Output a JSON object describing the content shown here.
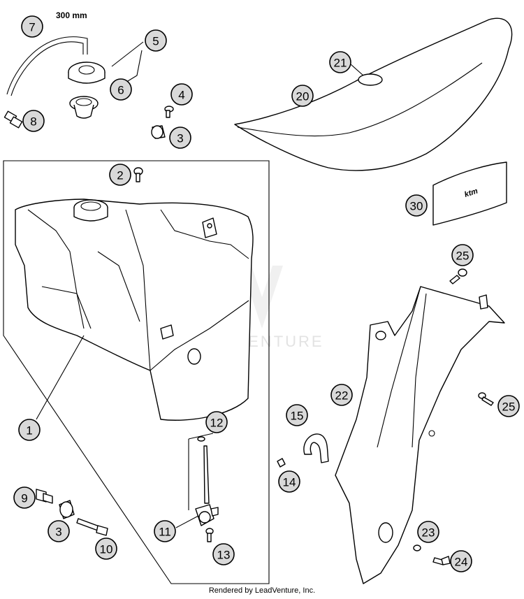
{
  "dimension_label": "300 mm",
  "watermark_text": "LEADVENTURE",
  "footer_text": "Rendered by LeadVenture, Inc.",
  "callouts": [
    {
      "id": "c7",
      "label": "7"
    },
    {
      "id": "c5",
      "label": "5"
    },
    {
      "id": "c6",
      "label": "6"
    },
    {
      "id": "c8",
      "label": "8"
    },
    {
      "id": "c4",
      "label": "4"
    },
    {
      "id": "c3a",
      "label": "3"
    },
    {
      "id": "c21",
      "label": "21"
    },
    {
      "id": "c20",
      "label": "20"
    },
    {
      "id": "c2",
      "label": "2"
    },
    {
      "id": "c30",
      "label": "30"
    },
    {
      "id": "c25a",
      "label": "25"
    },
    {
      "id": "c22",
      "label": "22"
    },
    {
      "id": "c25b",
      "label": "25"
    },
    {
      "id": "c15",
      "label": "15"
    },
    {
      "id": "c1",
      "label": "1"
    },
    {
      "id": "c12",
      "label": "12"
    },
    {
      "id": "c14",
      "label": "14"
    },
    {
      "id": "c9",
      "label": "9"
    },
    {
      "id": "c3b",
      "label": "3"
    },
    {
      "id": "c10",
      "label": "10"
    },
    {
      "id": "c11",
      "label": "11"
    },
    {
      "id": "c13",
      "label": "13"
    },
    {
      "id": "c23",
      "label": "23"
    },
    {
      "id": "c24",
      "label": "24"
    }
  ]
}
